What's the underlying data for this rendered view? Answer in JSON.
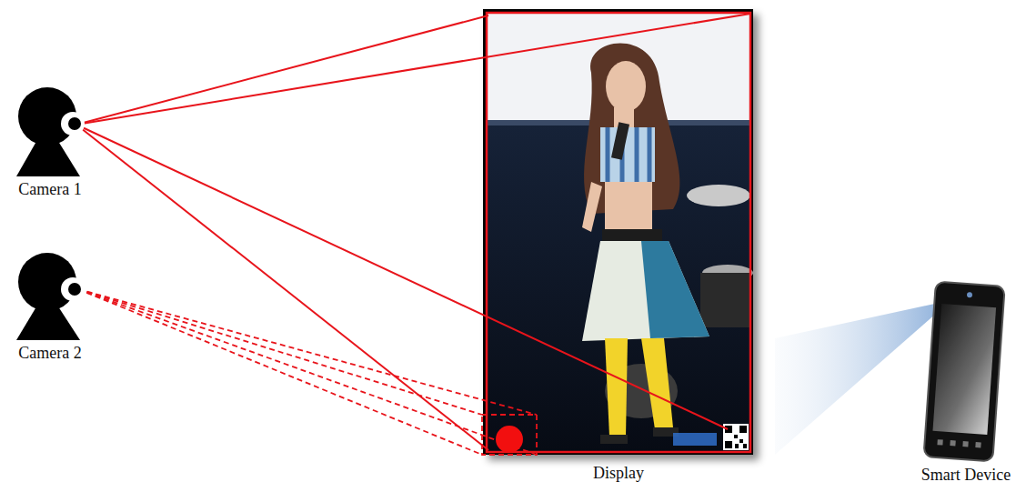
{
  "diagram": {
    "labels": [
      "Camera 1",
      "Camera 2",
      "Display",
      "Smart Device"
    ]
  }
}
